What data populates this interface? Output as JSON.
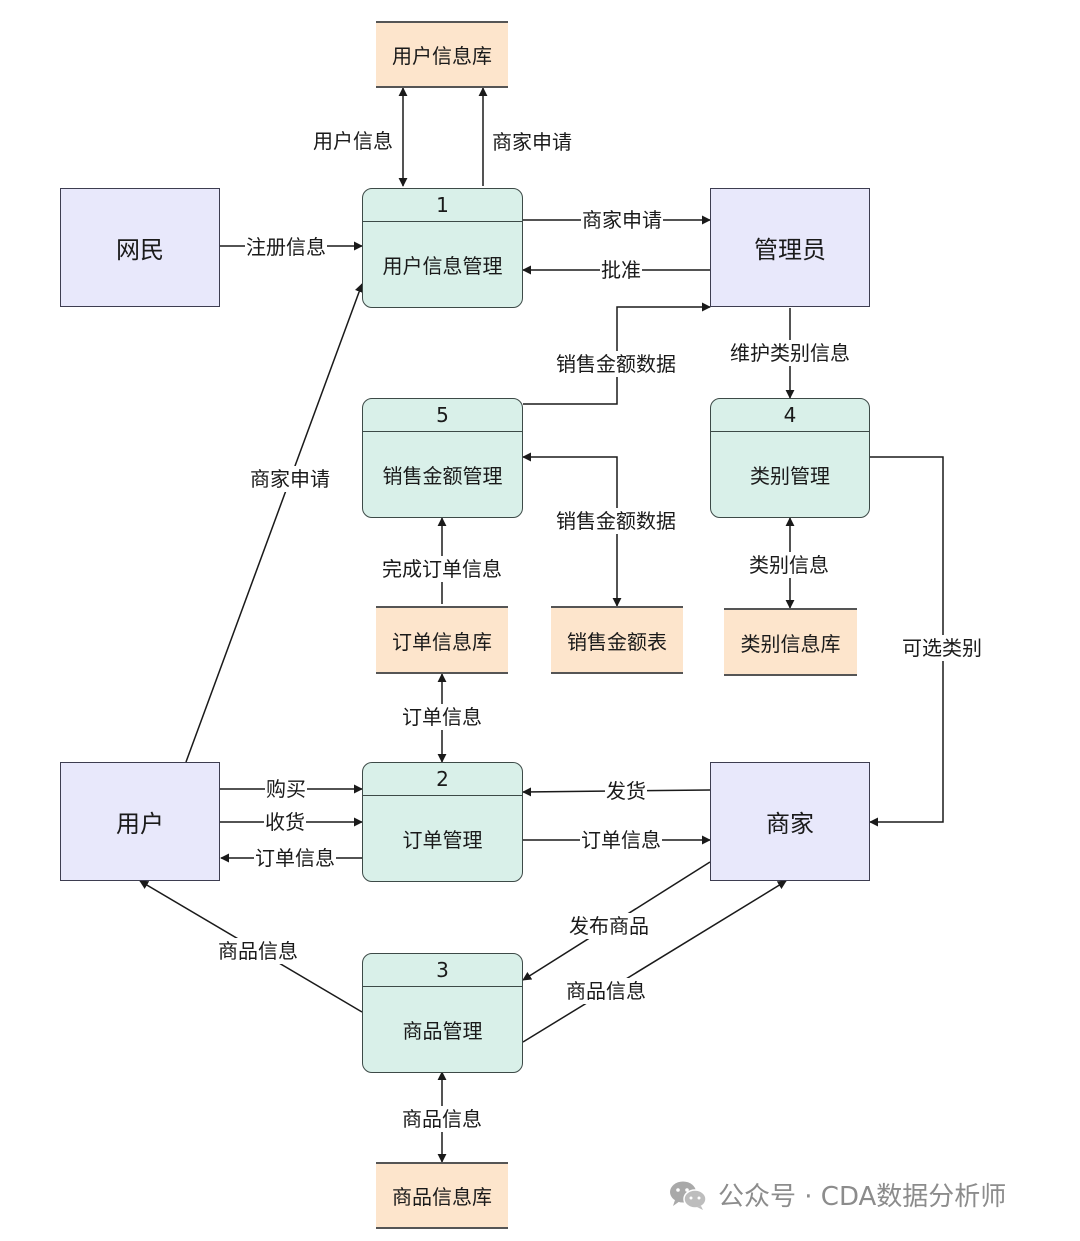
{
  "entities": {
    "netizen": "网民",
    "admin": "管理员",
    "user": "用户",
    "merchant": "商家"
  },
  "processes": {
    "p1": {
      "number": "1",
      "name": "用户信息管理"
    },
    "p2": {
      "number": "2",
      "name": "订单管理"
    },
    "p3": {
      "number": "3",
      "name": "商品管理"
    },
    "p4": {
      "number": "4",
      "name": "类别管理"
    },
    "p5": {
      "number": "5",
      "name": "销售金额管理"
    }
  },
  "stores": {
    "user_db": "用户信息库",
    "order_db": "订单信息库",
    "sales_table": "销售金额表",
    "category_db": "类别信息库",
    "product_db": "商品信息库"
  },
  "flows": {
    "user_info": "用户信息",
    "merchant_apply_store": "商家申请",
    "register_info": "注册信息",
    "merchant_apply_admin": "商家申请",
    "approve": "批准",
    "sales_data_admin": "销售金额数据",
    "maintain_category": "维护类别信息",
    "merchant_apply_user": "商家申请",
    "sales_data_table": "销售金额数据",
    "completed_order_info": "完成订单信息",
    "category_info": "类别信息",
    "optional_category": "可选类别",
    "order_info_store": "订单信息",
    "buy": "购买",
    "receive": "收货",
    "order_info_user": "订单信息",
    "ship": "发货",
    "order_info_merchant": "订单信息",
    "publish_product": "发布商品",
    "product_info_user": "商品信息",
    "product_info_merchant": "商品信息",
    "product_info_store": "商品信息"
  },
  "watermark": {
    "text": "公众号 · CDA数据分析师",
    "icon": "wechat-icon"
  },
  "colors": {
    "entity_fill": "#e8e8fb",
    "process_fill": "#d9f0e9",
    "store_fill": "#fde5cc",
    "line": "#1a1a1a"
  }
}
